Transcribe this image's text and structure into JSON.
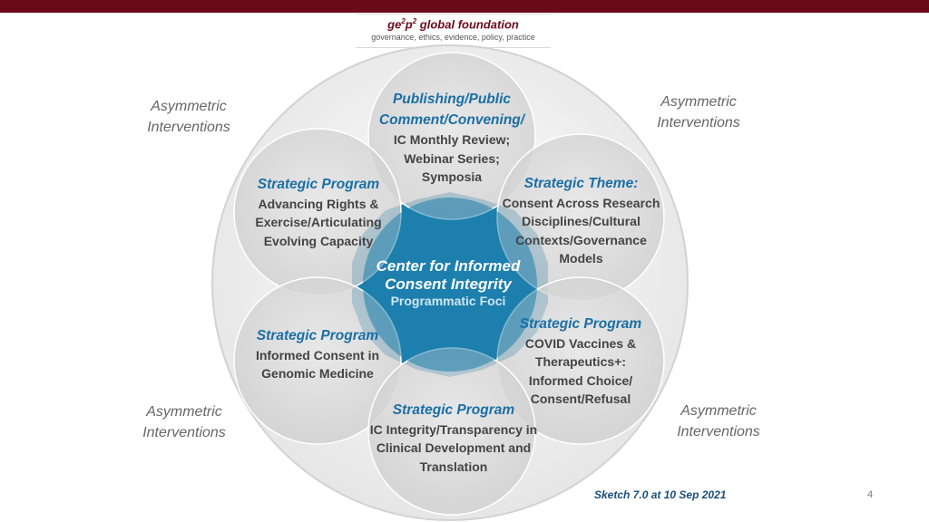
{
  "logo": {
    "title_prefix": "ge",
    "title_sup1": "2",
    "title_mid": "p",
    "title_sup2": "2",
    "title_suffix": " global foundation",
    "tagline": "governance, ethics, evidence, policy, practice"
  },
  "asymmetric": {
    "top_left": "Asymmetric Interventions",
    "top_right": "Asymmetric Interventions",
    "bottom_left": "Asymmetric Interventions",
    "bottom_right": "Asymmetric Interventions"
  },
  "nodes": {
    "top": {
      "head": "Publishing/Public Comment/Convening/",
      "body": "IC Monthly Review; Webinar Series; Symposia"
    },
    "upper_left": {
      "head": "Strategic  Program",
      "body": "Advancing Rights & Exercise/Articulating Evolving Capacity"
    },
    "upper_right": {
      "head": "Strategic Theme:",
      "body": "Consent Across Research Disciplines/Cultural Contexts/Governance Models"
    },
    "lower_left": {
      "head": "Strategic Program",
      "body": "Informed Consent in Genomic Medicine"
    },
    "lower_right": {
      "head": "Strategic Program",
      "body": "COVID Vaccines & Therapeutics+: Informed Choice/ Consent/Refusal"
    },
    "bottom": {
      "head": "Strategic Program",
      "body": "IC Integrity/Transparency in Clinical Development and Translation"
    }
  },
  "center": {
    "title": "Center for Informed Consent Integrity",
    "subtitle": "Programmatic Foci"
  },
  "footer": "Sketch 7.0 at 10 Sep 2021",
  "page_number": "4",
  "colors": {
    "top_bar": "#6b0a1a",
    "center_fill": "#1d7fad",
    "heading_blue": "#1a6fa5",
    "outer_circle": "#e9e9e9",
    "node_circle": "#d9d9d9"
  }
}
